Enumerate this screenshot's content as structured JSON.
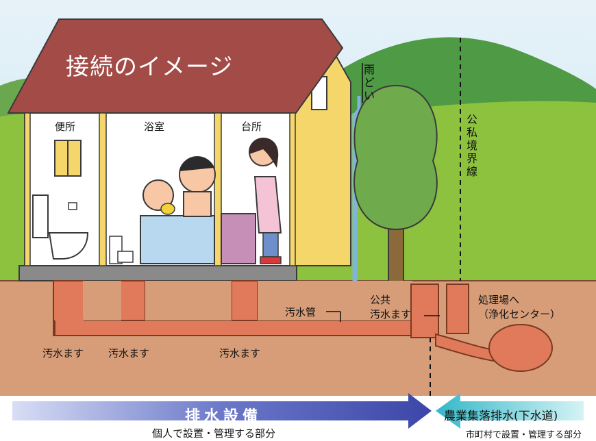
{
  "title": "接続のイメージ",
  "rooms": {
    "toilet": "便所",
    "bath": "浴室",
    "kitchen": "台所"
  },
  "labels": {
    "gutter": "雨どい",
    "boundary": "公私境界線",
    "sewage_pipe": "汚水管",
    "public_inlet": "公共\n汚水ます",
    "to_plant": "処理場へ\n（浄化センター）",
    "inlet1": "汚水ます",
    "inlet2": "汚水ます",
    "inlet3": "汚水ます"
  },
  "banner": {
    "left_title": "排水設備",
    "left_caption": "個人で設置・管理する部分",
    "right_title": "農業集落排水(下水道)",
    "right_caption": "市町村で設置・管理する部分"
  },
  "colors": {
    "roof": "#a24b47",
    "soil": "#d69d78",
    "pipe": "#e07a5a",
    "grass": "#8dc23f",
    "sky": "#cfe8f5",
    "banner_blue": "#4a58b5",
    "banner_cyan": "#3dc0cc"
  }
}
